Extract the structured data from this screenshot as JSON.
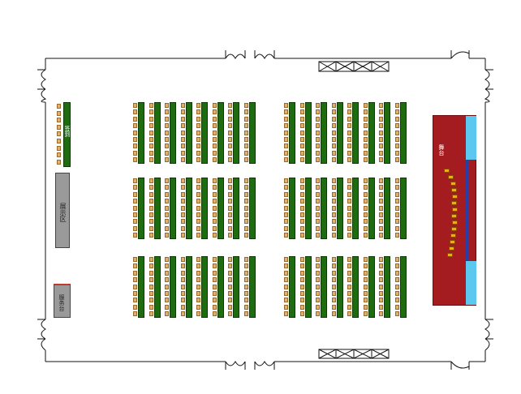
{
  "plan": {
    "sign_in_label": "签到",
    "exhibit_label": "展示区",
    "desk_label": "服务台",
    "stage_label": "舞台"
  },
  "colors": {
    "table": "#1e6b10",
    "chair": "#e0b070",
    "stage": "#a51c20",
    "screen": "#5cc8f0",
    "stage_chair": "#f0b000",
    "panel_gray": "#9a9a9a"
  },
  "seating": {
    "blocks": 6,
    "columns_per_block": 8,
    "layout": "classroom"
  }
}
